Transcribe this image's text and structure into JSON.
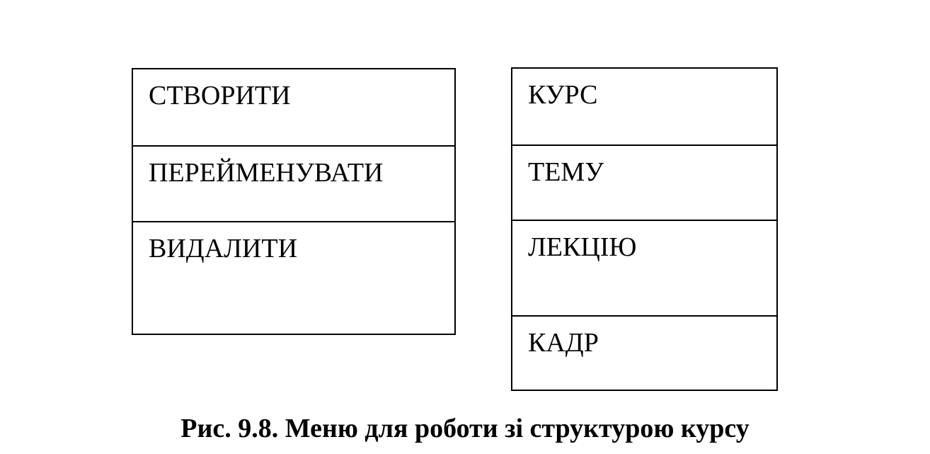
{
  "menus": {
    "actions": {
      "items": [
        {
          "label": "СТВОРИТИ"
        },
        {
          "label": "ПЕРЕЙМЕНУВАТИ"
        },
        {
          "label": "ВИДАЛИТИ"
        }
      ]
    },
    "objects": {
      "items": [
        {
          "label": "КУРС"
        },
        {
          "label": "ТЕМУ"
        },
        {
          "label": "ЛЕКЦІЮ"
        },
        {
          "label": "КАДР"
        }
      ]
    }
  },
  "caption": "Рис. 9.8. Меню для роботи зі структурою курсу"
}
